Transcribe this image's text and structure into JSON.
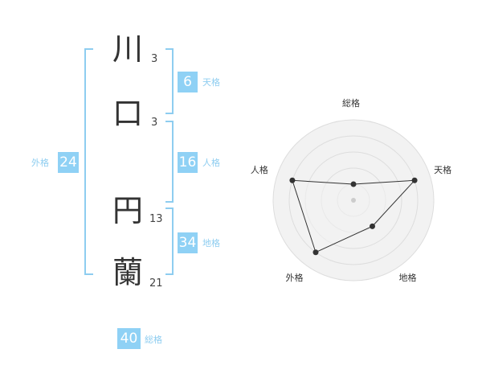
{
  "name_chars": [
    {
      "char": "川",
      "strokes": "3"
    },
    {
      "char": "口",
      "strokes": "3"
    },
    {
      "char": "円",
      "strokes": "13"
    },
    {
      "char": "蘭",
      "strokes": "21"
    }
  ],
  "fortunes": {
    "tenkaku": {
      "value": "6",
      "label": "天格"
    },
    "jinkaku": {
      "value": "16",
      "label": "人格"
    },
    "chikaku": {
      "value": "34",
      "label": "地格"
    },
    "gaikaku": {
      "value": "24",
      "label": "外格"
    },
    "soukaku": {
      "value": "40",
      "label": "総格"
    }
  },
  "chart_data": {
    "type": "radar",
    "axes": [
      "総格",
      "天格",
      "地格",
      "外格",
      "人格"
    ],
    "values": [
      1,
      4,
      2,
      4,
      4
    ],
    "max": 5,
    "colors": {
      "fill": "#f2f2f2",
      "line": "#333333",
      "grid": "#dddddd",
      "point": "#333333"
    }
  }
}
